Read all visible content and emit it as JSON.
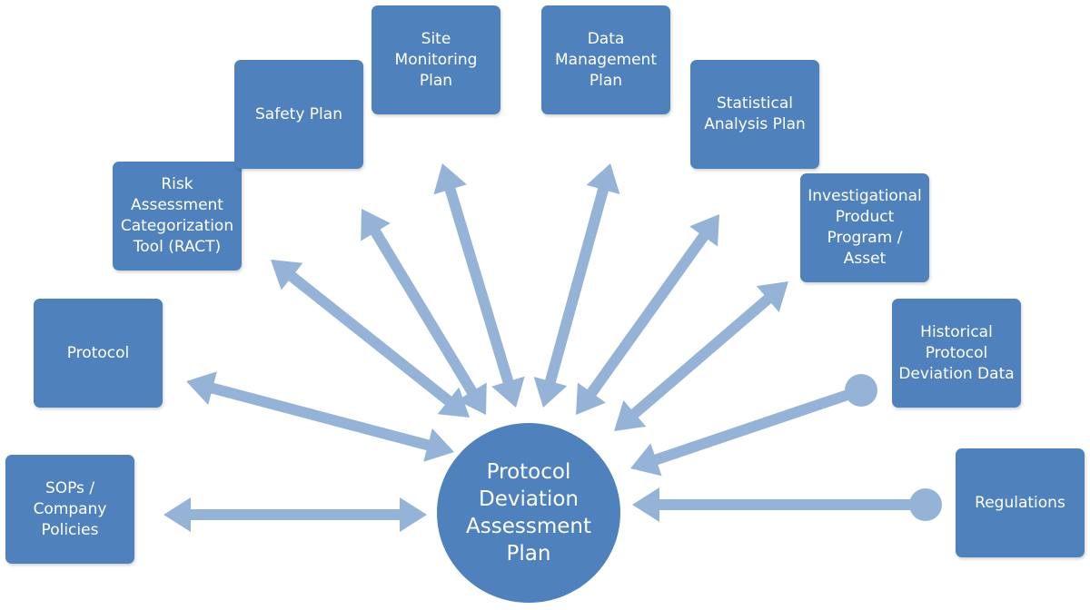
{
  "colors": {
    "box_fill": "#4f81bd",
    "connector": "#95b3d7",
    "text": "#ffffff"
  },
  "hub": {
    "label": "Protocol\nDeviation\nAssessment\nPlan"
  },
  "nodes": {
    "sops": "SOPs /\nCompany\nPolicies",
    "protocol": "Protocol",
    "ract": "Risk\nAssessment\nCategorization\nTool (RACT)",
    "safety_plan": "Safety Plan",
    "site_monitoring": "Site\nMonitoring\nPlan",
    "data_management": "Data\nManagement\nPlan",
    "statistical_analysis": "Statistical\nAnalysis Plan",
    "investigational_product": "Investigational\nProduct\nProgram /\nAsset",
    "historical_deviation": "Historical\nProtocol\nDeviation Data",
    "regulations": "Regulations"
  },
  "connections": [
    {
      "from": "sops",
      "type": "bidirectional"
    },
    {
      "from": "protocol",
      "type": "bidirectional"
    },
    {
      "from": "ract",
      "type": "bidirectional"
    },
    {
      "from": "safety_plan",
      "type": "bidirectional"
    },
    {
      "from": "site_monitoring",
      "type": "bidirectional"
    },
    {
      "from": "data_management",
      "type": "bidirectional"
    },
    {
      "from": "statistical_analysis",
      "type": "bidirectional"
    },
    {
      "from": "investigational_product",
      "type": "bidirectional"
    },
    {
      "from": "historical_deviation",
      "type": "one-way"
    },
    {
      "from": "regulations",
      "type": "one-way"
    }
  ]
}
